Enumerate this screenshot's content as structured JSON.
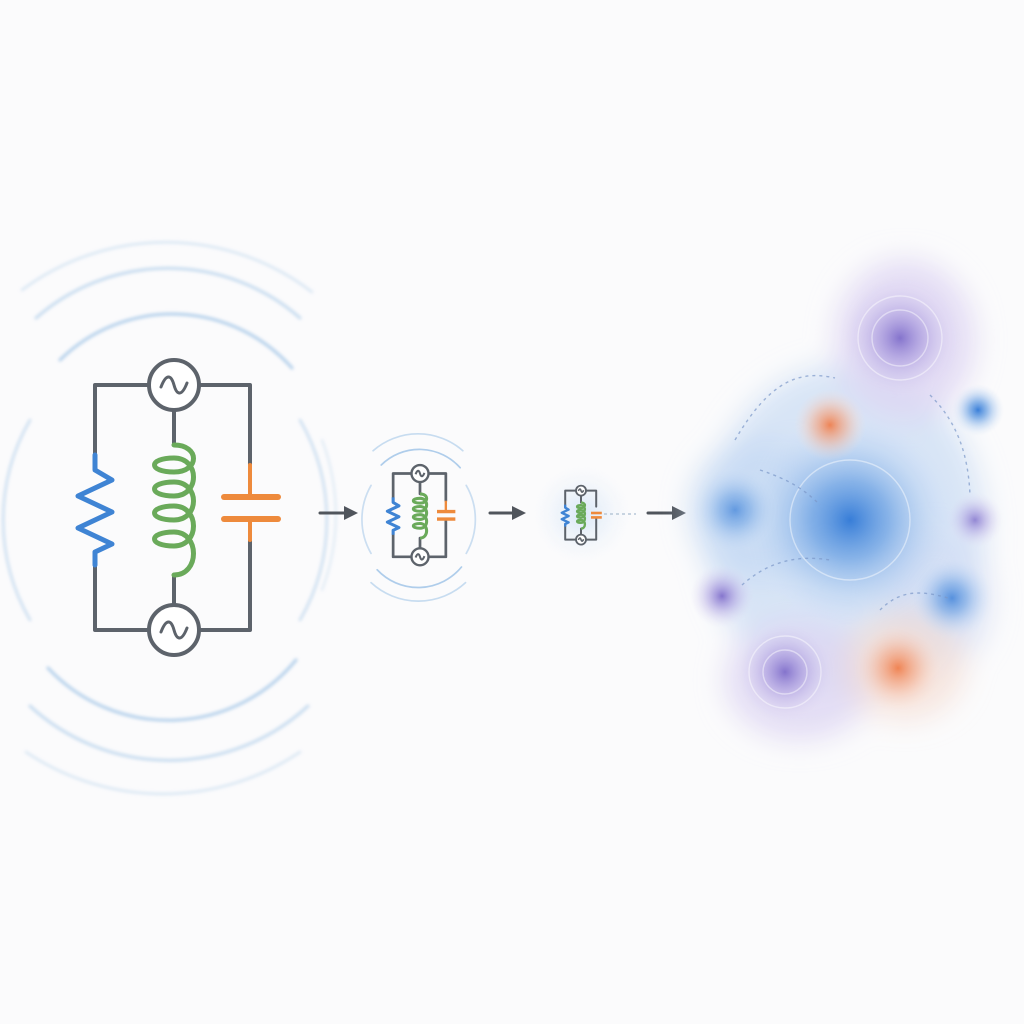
{
  "diagram": {
    "stages": [
      {
        "id": "circuit-large",
        "kind": "rlc-circuit"
      },
      {
        "id": "circuit-medium",
        "kind": "rlc-circuit"
      },
      {
        "id": "circuit-small",
        "kind": "rlc-circuit"
      },
      {
        "id": "field-cloud",
        "kind": "diffuse-field"
      }
    ],
    "arrows": 3,
    "components": {
      "resistor": {
        "icon": "resistor-icon",
        "color": "#3f84d4"
      },
      "inductor": {
        "icon": "inductor-coil-icon",
        "color": "#6aaa5a"
      },
      "capacitor": {
        "icon": "capacitor-icon",
        "color": "#ee8a3c"
      },
      "source": {
        "icon": "ac-source-icon",
        "color": "#5d636b"
      }
    },
    "colors": {
      "wire": "#5d636b",
      "wave": "#9cc2e6",
      "arrow": "#50555c",
      "cloud_blue": "#3f84d4",
      "cloud_purple": "#7b6cc9",
      "cloud_orange": "#ef7a4c"
    }
  }
}
